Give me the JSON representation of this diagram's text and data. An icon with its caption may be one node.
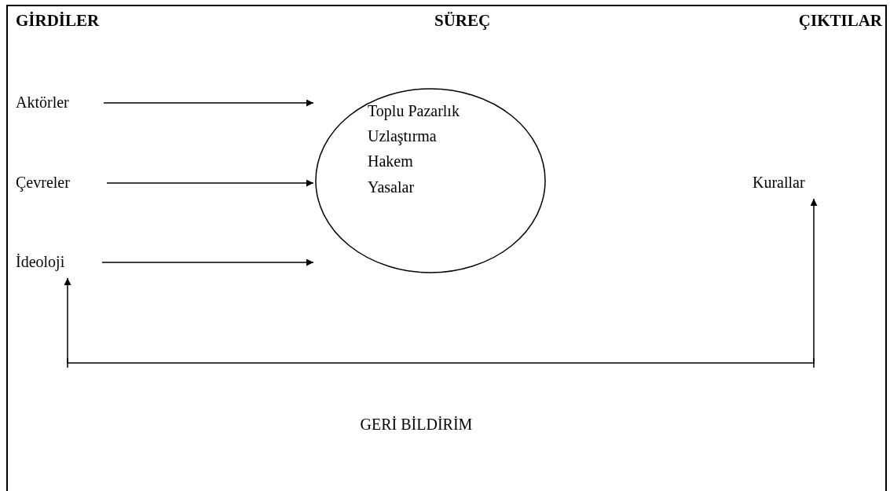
{
  "diagram": {
    "nodes": [
      {
        "text": [
          "Aktörler"
        ]
      },
      {
        "text": [
          "Çevreler"
        ]
      },
      {
        "text": [
          "İdeoloji"
        ]
      },
      {
        "text": [
          "Toplu Pazarlık",
          "Uzlaştırma",
          "Hakem",
          "Yasalar"
        ]
      },
      {
        "text": [
          "Kurallar"
        ]
      }
    ],
    "edges": [
      {
        "from": 0,
        "to": 3,
        "arrow": "to"
      },
      {
        "from": 1,
        "to": 3,
        "arrow": "to"
      },
      {
        "from": 2,
        "to": 3,
        "arrow": "to"
      },
      {
        "from": 4,
        "to": 2,
        "arrow": "both",
        "label": "GERİ BİLDİRİM"
      }
    ],
    "labels": [
      "GİRDİLER",
      "SÜREÇ",
      "ÇIKTILAR"
    ]
  }
}
